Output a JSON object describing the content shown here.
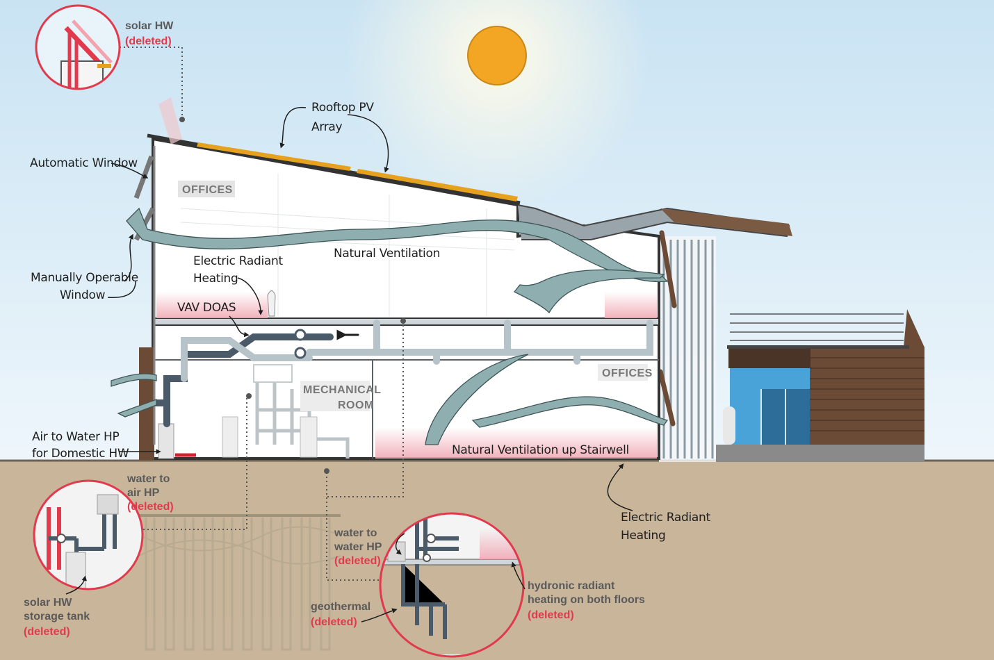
{
  "colors": {
    "sky_top": "#cfe6f4",
    "sky_bottom": "#eaf4fb",
    "ground": "#c8b59a",
    "sun": "#f2a623",
    "pv": "#e6a11f",
    "duct_dark": "#4b5a68",
    "duct_light": "#c4ced4",
    "vent_flow": "#7e9ea1",
    "radiant": "#f0c3c9",
    "deleted": "#e03a4c",
    "timber": "#6b4a36"
  },
  "labels": {
    "automatic_window": "Automatic Window",
    "rooftop_pv_1": "Rooftop PV",
    "rooftop_pv_2": "Array",
    "manual_window_1": "Manually Operable",
    "manual_window_2": "Window",
    "electric_radiant_1": "Electric Radiant",
    "electric_radiant_2": "Heating",
    "natural_ventilation": "Natural Ventilation",
    "vav_doas": "VAV DOAS",
    "air_to_water_1": "Air to Water HP",
    "air_to_water_2": "for Domestic HW",
    "natural_vent_stair": "Natural Ventilation up Stairwell",
    "electric_radiant_lower_1": "Electric Radiant",
    "electric_radiant_lower_2": "Heating"
  },
  "rooms": {
    "offices_upper": "OFFICES",
    "offices_lower": "OFFICES",
    "mechanical_1": "MECHANICAL",
    "mechanical_2": "ROOM"
  },
  "callouts": {
    "solar_hw": {
      "line1": "solar HW",
      "status": "(deleted)"
    },
    "water_to_air": {
      "line1": "water to",
      "line2": "air HP",
      "status": "(deleted)"
    },
    "water_to_water": {
      "line1": "water to",
      "line2": "water HP",
      "status": "(deleted)"
    },
    "storage_tank": {
      "line1": "solar HW",
      "line2": "storage tank",
      "status": "(deleted)"
    },
    "geothermal": {
      "line1": "geothermal",
      "status": "(deleted)"
    },
    "hydronic": {
      "line1": "hydronic radiant",
      "line2": "heating on both floors",
      "status": "(deleted)"
    }
  }
}
